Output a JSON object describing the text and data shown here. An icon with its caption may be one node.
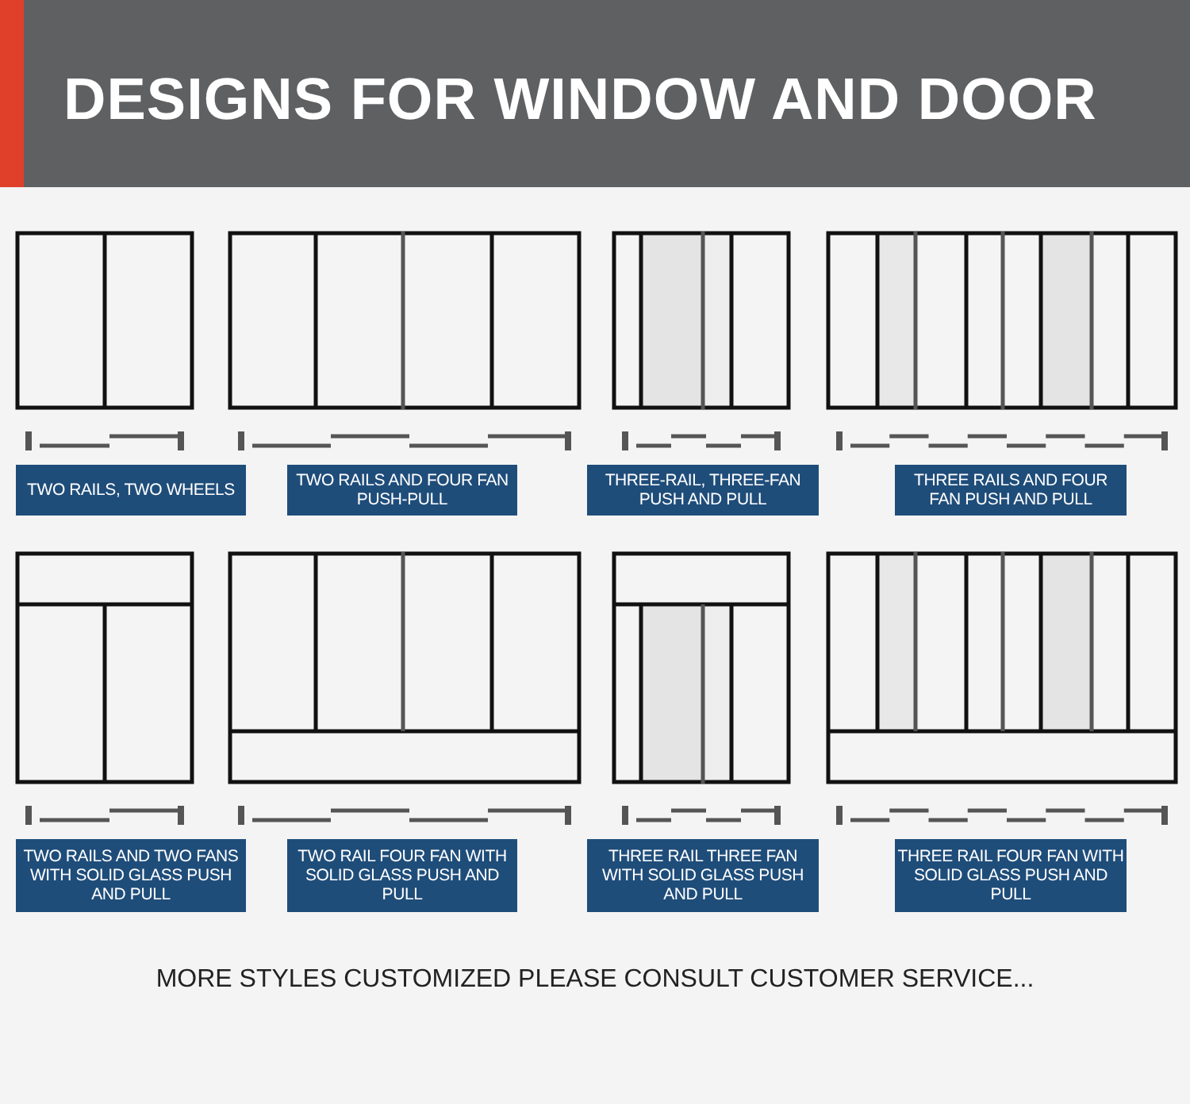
{
  "diagram": {
    "title": "DESIGNS FOR WINDOW AND DOOR",
    "nodes": [
      {
        "text": [
          "TWO RAILS, TWO WHEELS"
        ]
      },
      {
        "text": [
          "TWO RAILS AND FOUR FAN PUSH-PULL"
        ]
      },
      {
        "text": [
          "THREE-RAIL, THREE-FAN PUSH AND PULL"
        ]
      },
      {
        "text": [
          "THREE RAILS AND FOUR FAN PUSH AND PULL"
        ]
      },
      {
        "text": [
          "TWO RAILS AND TWO FANS WITH SOLID GLASS PUSH AND PULL"
        ]
      },
      {
        "text": [
          "TWO RAIL FOUR FAN WITH SOLID GLASS PUSH AND PULL"
        ]
      },
      {
        "text": [
          "THREE RAIL THREE FAN WITH SOLID GLASS PUSH AND PULL"
        ]
      },
      {
        "text": [
          "THREE RAIL FOUR FAN WITH SOLID GLASS PUSH AND PULL"
        ]
      }
    ],
    "labels": [
      "MORE STYLES CUSTOMIZED PLEASE CONSULT CUSTOMER SERVICE..."
    ]
  }
}
